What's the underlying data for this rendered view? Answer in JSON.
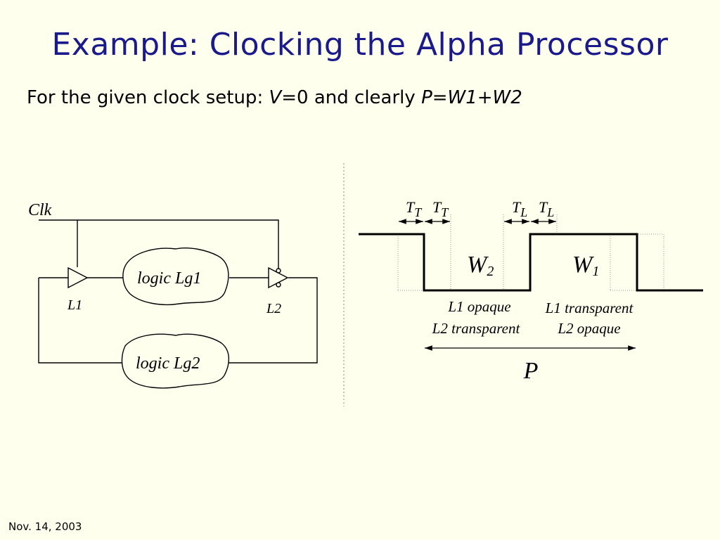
{
  "slide": {
    "title": "Example: Clocking the Alpha Processor",
    "subtitle": {
      "prefix": "For the given clock setup: ",
      "v_var": "V",
      "v_expr": "=0 and clearly ",
      "p_expr": "P=W1+W2"
    },
    "footer_date": "Nov. 14, 2003"
  },
  "circuit": {
    "clk_label": "Clk",
    "latch1_label": "L1",
    "latch2_label": "L2",
    "logic1_label": "logic Lg1",
    "logic2_label": "logic Lg2"
  },
  "timing": {
    "tt_main": "T",
    "tt_sub": "T",
    "tl_main": "T",
    "tl_sub": "L",
    "w2_main": "W",
    "w2_sub": "2",
    "w1_main": "W",
    "w1_sub": "1",
    "low_phase_line1": "L1 opaque",
    "low_phase_line2": "L2 transparent",
    "high_phase_line1": "L1 transparent",
    "high_phase_line2": "L2 opaque",
    "period_label": "P"
  }
}
